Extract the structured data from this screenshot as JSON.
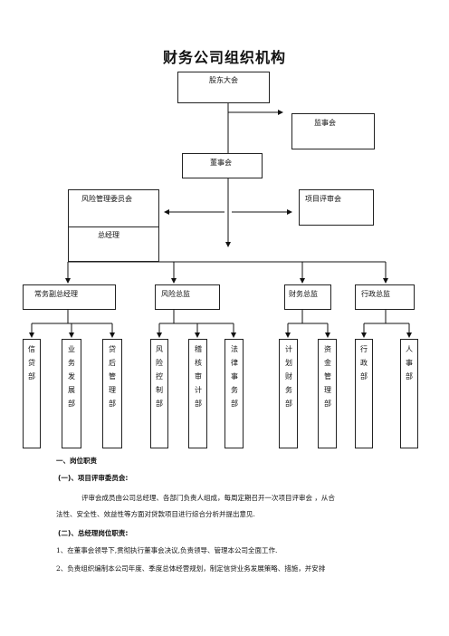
{
  "title": "财务公司组织机构",
  "org": {
    "shareholders": "股东大会",
    "supervisors": "监事会",
    "board": "董事会",
    "risk_committee": "风险管理委员会",
    "project_committee": "项目评审会",
    "general_manager": "总经理",
    "level2": [
      "常务副总经理",
      "风险总监",
      "财务总监",
      "行政总监"
    ],
    "departments": [
      "信贷部",
      "业务发展部",
      "贷后管理部",
      "风险控制部",
      "稽核审计部",
      "法律事务部",
      "计划财务部",
      "资金管理部",
      "行政部",
      "人事部"
    ]
  },
  "text": {
    "h1": "一、岗位职责",
    "h2": "(一)、项目评审委员会:",
    "p1_line1": "评审会成员由公司总经理、各部门负责人组成，每周定期召开一次项目评审会 ，从合",
    "p1_line2": "法性、安全性、效益性等方面对贷款项目进行综合分析并提出意见.",
    "h3": "(二)、总经理岗位职责:",
    "item1": "1、在董事会领导下,贯彻执行董事会决议,负责领导、管理本公司全面工作.",
    "item2": "2、负责组织编制本公司年度、季度总体经营规划，制定信贷业务发展策略、措施，并安排"
  }
}
